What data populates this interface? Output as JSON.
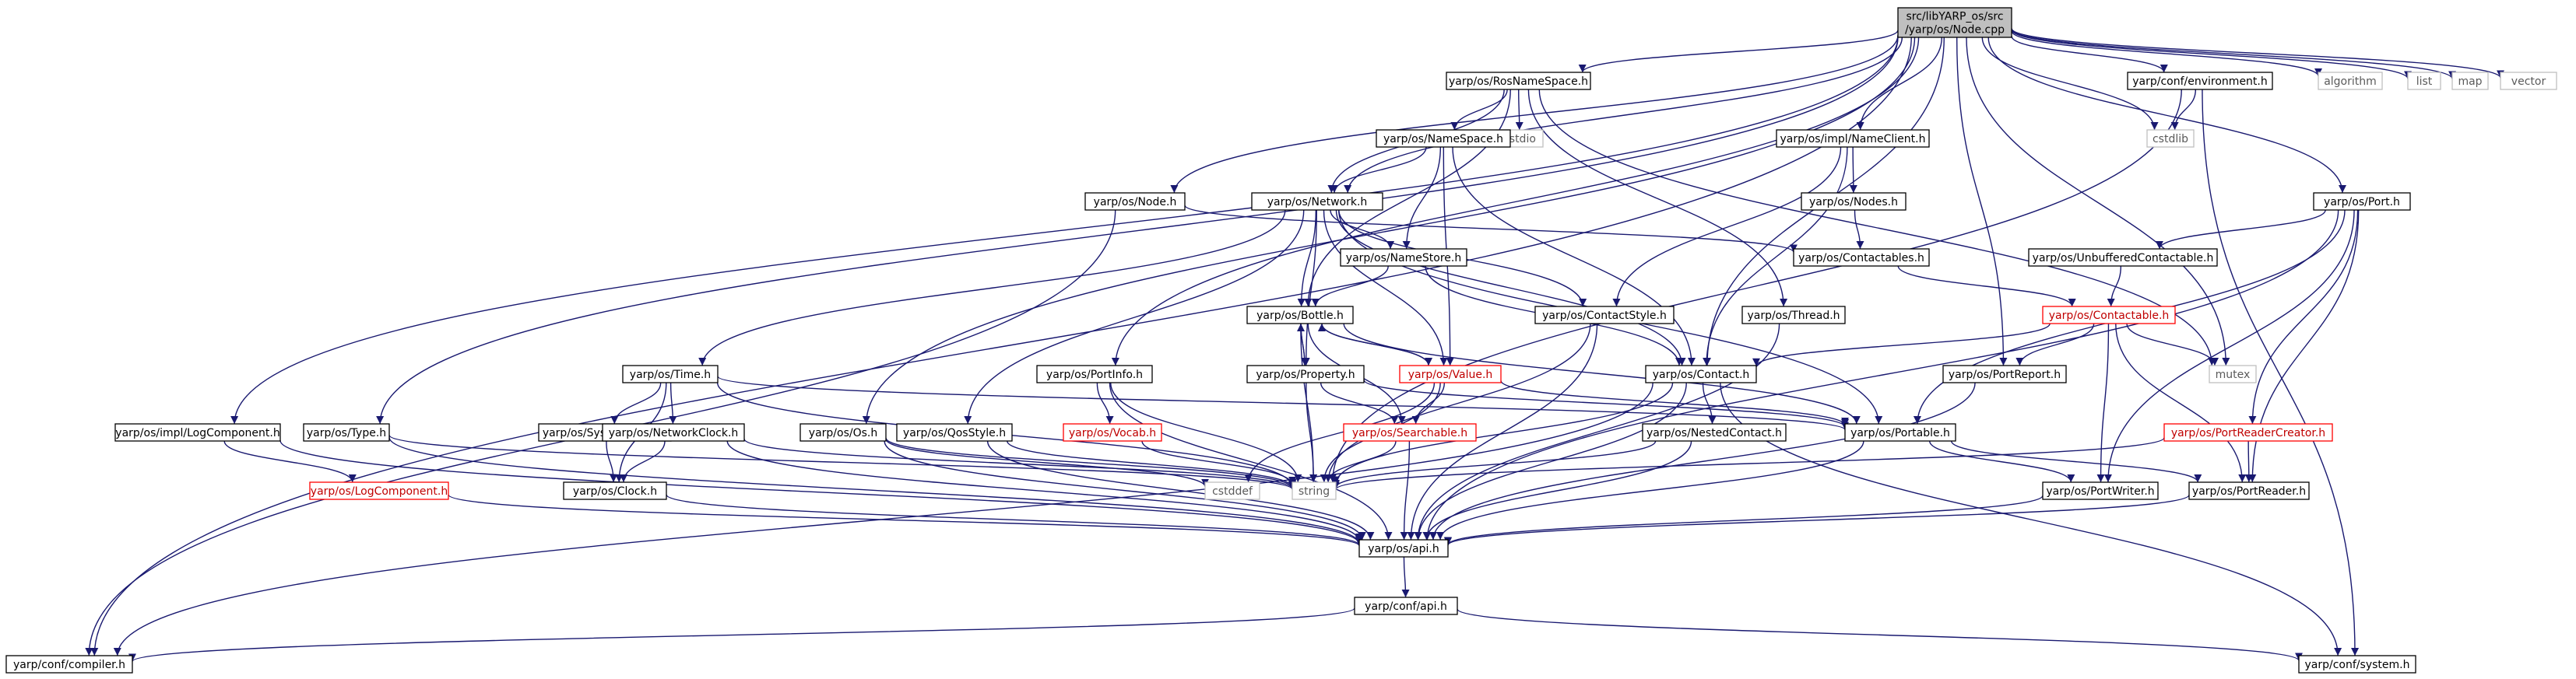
{
  "graph": {
    "colors": {
      "edge": "#191970",
      "node_border": "#000000",
      "node_text": "#000000",
      "highlight_fill": "#bfbfbf",
      "external_border": "#bfbfbf",
      "external_text": "#5a5a5a",
      "incomplete_border": "#ff0000",
      "incomplete_text": "#c00000"
    },
    "nodes": [
      {
        "id": "node_cpp",
        "label_lines": [
          "src/libYARP_os/src",
          "/yarp/os/Node.cpp"
        ],
        "style": "highlight"
      },
      {
        "id": "rosnamespace",
        "label_lines": [
          "yarp/os/RosNameSpace.h"
        ],
        "style": "normal"
      },
      {
        "id": "conf_environment",
        "label_lines": [
          "yarp/conf/environment.h"
        ],
        "style": "normal"
      },
      {
        "id": "algorithm",
        "label_lines": [
          "algorithm"
        ],
        "style": "external"
      },
      {
        "id": "list",
        "label_lines": [
          "list"
        ],
        "style": "external"
      },
      {
        "id": "map",
        "label_lines": [
          "map"
        ],
        "style": "external"
      },
      {
        "id": "vector",
        "label_lines": [
          "vector"
        ],
        "style": "external"
      },
      {
        "id": "cstdio",
        "label_lines": [
          "cstdio"
        ],
        "style": "external"
      },
      {
        "id": "namespace",
        "label_lines": [
          "yarp/os/NameSpace.h"
        ],
        "style": "normal"
      },
      {
        "id": "nameclient",
        "label_lines": [
          "yarp/os/impl/NameClient.h"
        ],
        "style": "normal"
      },
      {
        "id": "cstdlib",
        "label_lines": [
          "cstdlib"
        ],
        "style": "external"
      },
      {
        "id": "os_node",
        "label_lines": [
          "yarp/os/Node.h"
        ],
        "style": "normal"
      },
      {
        "id": "network",
        "label_lines": [
          "yarp/os/Network.h"
        ],
        "style": "normal"
      },
      {
        "id": "nodes",
        "label_lines": [
          "yarp/os/Nodes.h"
        ],
        "style": "normal"
      },
      {
        "id": "port",
        "label_lines": [
          "yarp/os/Port.h"
        ],
        "style": "normal"
      },
      {
        "id": "namestore",
        "label_lines": [
          "yarp/os/NameStore.h"
        ],
        "style": "normal"
      },
      {
        "id": "contactables",
        "label_lines": [
          "yarp/os/Contactables.h"
        ],
        "style": "normal"
      },
      {
        "id": "unbuffered",
        "label_lines": [
          "yarp/os/UnbufferedContactable.h"
        ],
        "style": "normal"
      },
      {
        "id": "bottle",
        "label_lines": [
          "yarp/os/Bottle.h"
        ],
        "style": "normal"
      },
      {
        "id": "contactstyle",
        "label_lines": [
          "yarp/os/ContactStyle.h"
        ],
        "style": "normal"
      },
      {
        "id": "thread",
        "label_lines": [
          "yarp/os/Thread.h"
        ],
        "style": "normal"
      },
      {
        "id": "contactable",
        "label_lines": [
          "yarp/os/Contactable.h"
        ],
        "style": "incomplete"
      },
      {
        "id": "time",
        "label_lines": [
          "yarp/os/Time.h"
        ],
        "style": "normal"
      },
      {
        "id": "portinfo",
        "label_lines": [
          "yarp/os/PortInfo.h"
        ],
        "style": "normal"
      },
      {
        "id": "property",
        "label_lines": [
          "yarp/os/Property.h"
        ],
        "style": "normal"
      },
      {
        "id": "value",
        "label_lines": [
          "yarp/os/Value.h"
        ],
        "style": "incomplete"
      },
      {
        "id": "contact",
        "label_lines": [
          "yarp/os/Contact.h"
        ],
        "style": "normal"
      },
      {
        "id": "portreport",
        "label_lines": [
          "yarp/os/PortReport.h"
        ],
        "style": "normal"
      },
      {
        "id": "mutex",
        "label_lines": [
          "mutex"
        ],
        "style": "external"
      },
      {
        "id": "logcomponent_impl",
        "label_lines": [
          "yarp/os/impl/LogComponent.h"
        ],
        "style": "normal"
      },
      {
        "id": "type",
        "label_lines": [
          "yarp/os/Type.h"
        ],
        "style": "normal"
      },
      {
        "id": "systemclock",
        "label_lines": [
          "yarp/os/SystemClock.h"
        ],
        "style": "normal"
      },
      {
        "id": "networkclock",
        "label_lines": [
          "yarp/os/NetworkClock.h"
        ],
        "style": "normal"
      },
      {
        "id": "vocab",
        "label_lines": [
          "yarp/os/Vocab.h"
        ],
        "style": "incomplete"
      },
      {
        "id": "os_h",
        "label_lines": [
          "yarp/os/Os.h"
        ],
        "style": "normal"
      },
      {
        "id": "qosstyle",
        "label_lines": [
          "yarp/os/QosStyle.h"
        ],
        "style": "normal"
      },
      {
        "id": "searchable",
        "label_lines": [
          "yarp/os/Searchable.h"
        ],
        "style": "incomplete"
      },
      {
        "id": "nestedcontact",
        "label_lines": [
          "yarp/os/NestedContact.h"
        ],
        "style": "normal"
      },
      {
        "id": "portable",
        "label_lines": [
          "yarp/os/Portable.h"
        ],
        "style": "normal"
      },
      {
        "id": "portreadercreator",
        "label_lines": [
          "yarp/os/PortReaderCreator.h"
        ],
        "style": "incomplete"
      },
      {
        "id": "logcomponent",
        "label_lines": [
          "yarp/os/LogComponent.h"
        ],
        "style": "incomplete"
      },
      {
        "id": "clock",
        "label_lines": [
          "yarp/os/Clock.h"
        ],
        "style": "normal"
      },
      {
        "id": "cstddef",
        "label_lines": [
          "cstddef"
        ],
        "style": "external"
      },
      {
        "id": "string",
        "label_lines": [
          "string"
        ],
        "style": "external"
      },
      {
        "id": "portwriter",
        "label_lines": [
          "yarp/os/PortWriter.h"
        ],
        "style": "normal"
      },
      {
        "id": "portreader",
        "label_lines": [
          "yarp/os/PortReader.h"
        ],
        "style": "normal"
      },
      {
        "id": "os_api",
        "label_lines": [
          "yarp/os/api.h"
        ],
        "style": "normal"
      },
      {
        "id": "conf_api",
        "label_lines": [
          "yarp/conf/api.h"
        ],
        "style": "normal"
      },
      {
        "id": "conf_compiler",
        "label_lines": [
          "yarp/conf/compiler.h"
        ],
        "style": "normal"
      },
      {
        "id": "conf_system",
        "label_lines": [
          "yarp/conf/system.h"
        ],
        "style": "normal"
      }
    ],
    "edges": [
      [
        "node_cpp",
        "rosnamespace"
      ],
      [
        "node_cpp",
        "conf_environment"
      ],
      [
        "node_cpp",
        "algorithm"
      ],
      [
        "node_cpp",
        "list"
      ],
      [
        "node_cpp",
        "map"
      ],
      [
        "node_cpp",
        "vector"
      ],
      [
        "node_cpp",
        "nameclient"
      ],
      [
        "node_cpp",
        "cstdlib"
      ],
      [
        "node_cpp",
        "os_node"
      ],
      [
        "node_cpp",
        "network"
      ],
      [
        "node_cpp",
        "port"
      ],
      [
        "node_cpp",
        "portinfo"
      ],
      [
        "node_cpp",
        "type"
      ],
      [
        "node_cpp",
        "logcomponent_impl"
      ],
      [
        "node_cpp",
        "os_h"
      ],
      [
        "node_cpp",
        "contact"
      ],
      [
        "node_cpp",
        "portreport"
      ],
      [
        "node_cpp",
        "mutex"
      ],
      [
        "node_cpp",
        "conf_compiler"
      ],
      [
        "rosnamespace",
        "namespace"
      ],
      [
        "rosnamespace",
        "cstdio"
      ],
      [
        "rosnamespace",
        "network"
      ],
      [
        "rosnamespace",
        "bottle"
      ],
      [
        "rosnamespace",
        "thread"
      ],
      [
        "rosnamespace",
        "mutex"
      ],
      [
        "conf_environment",
        "cstdlib"
      ],
      [
        "conf_environment",
        "string"
      ],
      [
        "conf_environment",
        "conf_system"
      ],
      [
        "namespace",
        "network"
      ],
      [
        "namespace",
        "namestore"
      ],
      [
        "namespace",
        "value"
      ],
      [
        "namespace",
        "contact"
      ],
      [
        "nameclient",
        "nodes"
      ],
      [
        "nameclient",
        "contact"
      ],
      [
        "nameclient",
        "contactstyle"
      ],
      [
        "nodes",
        "contactables"
      ],
      [
        "os_node",
        "contactables"
      ],
      [
        "os_node",
        "conf_compiler"
      ],
      [
        "network",
        "namestore"
      ],
      [
        "network",
        "contactstyle"
      ],
      [
        "network",
        "portable"
      ],
      [
        "network",
        "time"
      ],
      [
        "network",
        "bottle"
      ],
      [
        "network",
        "property"
      ],
      [
        "network",
        "value"
      ],
      [
        "network",
        "contact"
      ],
      [
        "network",
        "qosstyle"
      ],
      [
        "port",
        "unbuffered"
      ],
      [
        "port",
        "portable"
      ],
      [
        "port",
        "portreadercreator"
      ],
      [
        "port",
        "portwriter"
      ],
      [
        "port",
        "portreader"
      ],
      [
        "port",
        "os_api"
      ],
      [
        "unbuffered",
        "contactable"
      ],
      [
        "contactables",
        "contactable"
      ],
      [
        "contactable",
        "contact"
      ],
      [
        "contactable",
        "portreport"
      ],
      [
        "contactable",
        "mutex"
      ],
      [
        "contactable",
        "portwriter"
      ],
      [
        "contactable",
        "portreader"
      ],
      [
        "namestore",
        "contact"
      ],
      [
        "namestore",
        "bottle"
      ],
      [
        "bottle",
        "property"
      ],
      [
        "bottle",
        "value"
      ],
      [
        "bottle",
        "portable"
      ],
      [
        "bottle",
        "searchable"
      ],
      [
        "bottle",
        "string"
      ],
      [
        "contactstyle",
        "string"
      ],
      [
        "contactstyle",
        "os_api"
      ],
      [
        "thread",
        "os_api"
      ],
      [
        "time",
        "systemclock"
      ],
      [
        "time",
        "networkclock"
      ],
      [
        "time",
        "clock"
      ],
      [
        "time",
        "string"
      ],
      [
        "time",
        "portable"
      ],
      [
        "portinfo",
        "vocab"
      ],
      [
        "portinfo",
        "string"
      ],
      [
        "portinfo",
        "os_api"
      ],
      [
        "property",
        "bottle"
      ],
      [
        "property",
        "searchable"
      ],
      [
        "property",
        "string"
      ],
      [
        "property",
        "portable"
      ],
      [
        "value",
        "bottle"
      ],
      [
        "value",
        "searchable"
      ],
      [
        "value",
        "portable"
      ],
      [
        "value",
        "string"
      ],
      [
        "value",
        "cstddef"
      ],
      [
        "contact",
        "nestedcontact"
      ],
      [
        "contact",
        "string"
      ],
      [
        "contact",
        "os_api"
      ],
      [
        "contact",
        "conf_system"
      ],
      [
        "contact",
        "conf_compiler"
      ],
      [
        "portreport",
        "os_api"
      ],
      [
        "logcomponent_impl",
        "logcomponent"
      ],
      [
        "logcomponent_impl",
        "os_api"
      ],
      [
        "type",
        "string"
      ],
      [
        "type",
        "os_api"
      ],
      [
        "systemclock",
        "clock"
      ],
      [
        "networkclock",
        "clock"
      ],
      [
        "networkclock",
        "os_api"
      ],
      [
        "networkclock",
        "string"
      ],
      [
        "vocab",
        "string"
      ],
      [
        "os_h",
        "cstddef"
      ],
      [
        "os_h",
        "string"
      ],
      [
        "os_h",
        "os_api"
      ],
      [
        "qosstyle",
        "string"
      ],
      [
        "qosstyle",
        "os_api"
      ],
      [
        "searchable",
        "string"
      ],
      [
        "searchable",
        "os_api"
      ],
      [
        "nestedcontact",
        "string"
      ],
      [
        "nestedcontact",
        "os_api"
      ],
      [
        "portable",
        "portwriter"
      ],
      [
        "portable",
        "portreader"
      ],
      [
        "portable",
        "os_api"
      ],
      [
        "portreadercreator",
        "portreader"
      ],
      [
        "portreadercreator",
        "string"
      ],
      [
        "logcomponent",
        "os_api"
      ],
      [
        "clock",
        "os_api"
      ],
      [
        "portwriter",
        "os_api"
      ],
      [
        "portreader",
        "os_api"
      ],
      [
        "os_api",
        "conf_api"
      ],
      [
        "conf_api",
        "conf_compiler"
      ],
      [
        "conf_api",
        "conf_system"
      ]
    ]
  }
}
